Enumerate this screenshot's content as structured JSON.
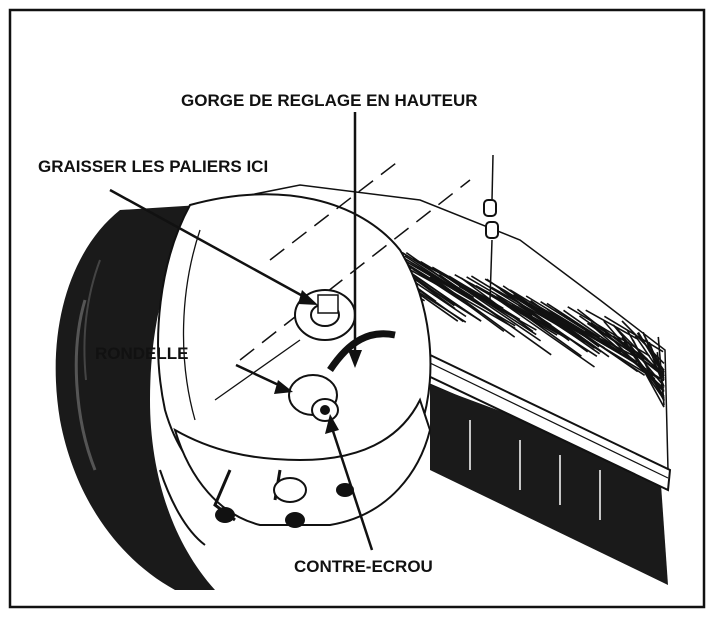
{
  "labels": {
    "height_groove": "GORGE DE REGLAGE EN HAUTEUR",
    "grease_bearings": "GRAISSER LES PALIERS ICI",
    "washer": "RONDELLE",
    "lock_nut": "CONTRE-ECROU"
  },
  "colors": {
    "ink": "#111111",
    "paper": "#ffffff",
    "shade": "#1a1a1a"
  }
}
